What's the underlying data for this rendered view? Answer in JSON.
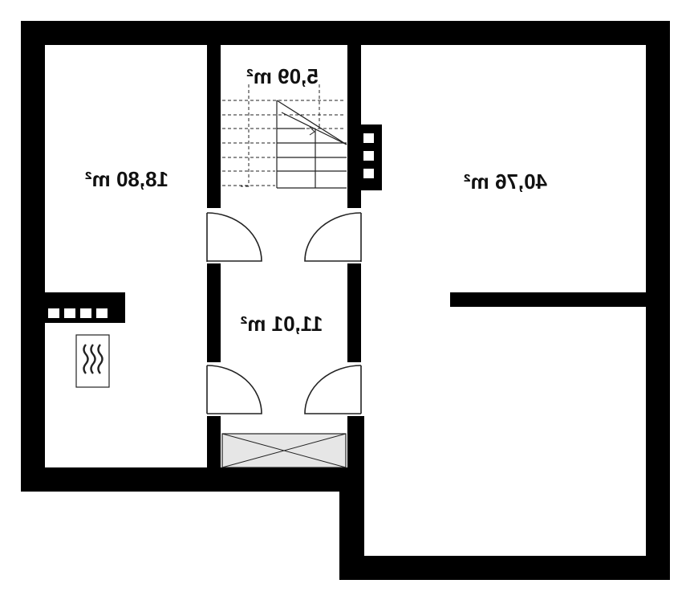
{
  "rooms": {
    "left": {
      "area": "18,80 m²"
    },
    "stair": {
      "area": "5,09 m²"
    },
    "hall": {
      "area": "11,01 m²"
    },
    "right": {
      "area": "40,76 m²"
    }
  },
  "fixtures": {
    "boiler_icon": "heater-icon"
  },
  "colors": {
    "wall": "#000000",
    "lines": "#222222",
    "window_fill": "#e6e6e6"
  }
}
